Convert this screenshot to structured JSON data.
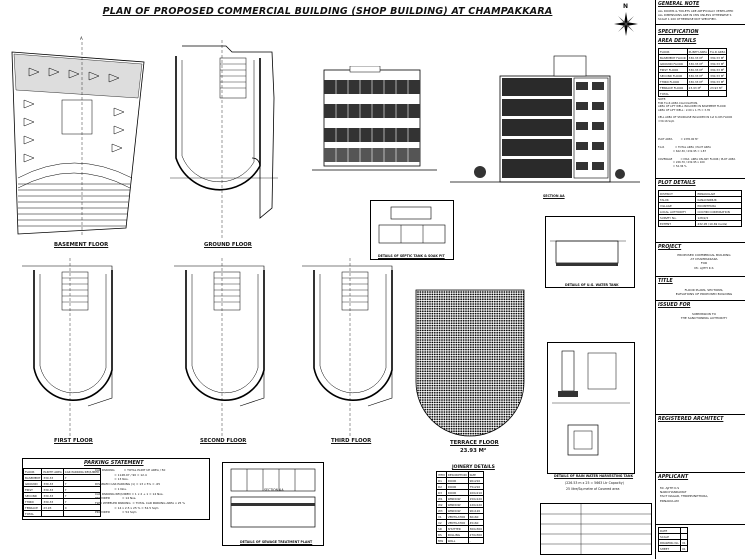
{
  "title": "PLAN OF PROPOSED COMMERCIAL BUILDING (SHOP BUILDING) AT CHAMPAKKARA",
  "drawing_labels": {
    "basement": "BASEMENT FLOOR",
    "ground": "GROUND FLOOR",
    "first": "FIRST FLOOR",
    "second": "SECOND FLOOR",
    "third": "THIRD FLOOR",
    "terrace": "TERRACE FLOOR",
    "terrace_area": "23.93 M²",
    "section_aa": "SECTION AA",
    "septic": "DETAILS OF SEPTIC TANK & SOAK PIT",
    "ug_tank": "DETAILS OF U.G. WATER TANK",
    "rainwater": "DETAILS OF RAIN WATER HARVESTING TANK",
    "rainwater_sub1": "(226.53 m x 25 = 5663 Ltr Capacity)",
    "rainwater_sub2": "25 litre/Sq.metre of Covered area",
    "sewage": "DETAILS OF SEWAGE TREATMENT PLANT",
    "section_small": "SECTION AA",
    "parking_title": "PARKING STATEMENT",
    "joinery_title": "JOINERY DETAILS",
    "compass": "N",
    "axis_a": "A"
  },
  "sidebar": {
    "general_note": "GENERAL NOTE",
    "note_text": "ALL ROOMS & TOILETS ARE ARTIFICIALLY VENTILATED\nALL DIMENSIONS ARE IN CMS UNLESS OTHERWISE S\nSCALE 1:100 OTHERWISE NOT SPECIFIED.",
    "specification": "SPECIFICATION",
    "area_details": "AREA DETAILS",
    "area_head": [
      "FLOOR",
      "PLINTH AREA",
      "F.A.R AREA"
    ],
    "area_rows": [
      [
        "BASEMENT FLOOR",
        "330.33 M²",
        "330.33 M²"
      ],
      [
        "GROUND FLOOR",
        "330.33 M²",
        "330.33 M²"
      ],
      [
        "FIRST FLOOR",
        "330.33 M²",
        "330.33 M²"
      ],
      [
        "SECOND FLOOR",
        "330.33 M²",
        "330.33 M²"
      ],
      [
        "THIRD FLOOR",
        "330.33 M²",
        "330.33 M²"
      ],
      [
        "TERRACE FLOOR",
        "23.93 M²",
        "23.93 M²"
      ],
      [
        "TOTAL",
        "",
        ""
      ]
    ],
    "notes_text": "NOTE:\nFOR F.A.R AREA CALCULATION,\nAREA OF LIFT WELL INCLUDED IN BASEMENT FLOOR\nAREA OF LIFT WELL : 2.00 x 1.75 = 3.35\n\nCELL AREA OF STAIRCASE INCLUDED IN 1st to 6th FLOOR\n=30.16 Sqm",
    "plot_text": "PLOT AREA          = 1335.00 M²\n\nF.A.R             = TOTAL AREA / PLOT AREA\n                  = 622.30 / 432.95 = 1.87\n\nCOVERAGE          = MAX. AREA ON ANY FLOOR / PLOT AREA\n                  = 226.70 / 432.95 x 100\n                  = 52.36 %",
    "plot_details": "PLOT DETAILS",
    "plot_rows": [
      [
        "DISTRICT",
        "ERNAKULAM"
      ],
      [
        "TALUK",
        "KANAYANNUR"
      ],
      [
        "VILLAGE",
        "POONITHURA"
      ],
      [
        "LOCAL AUTHORITY",
        "COCHIN CORPORATION"
      ],
      [
        "SURVEY  No.",
        "128/2/2"
      ],
      [
        "EXTENT",
        "432.95 (10.69 Cents)"
      ]
    ],
    "project": "PROJECT",
    "project_text": "PROPOSED COMMERCIAL BUILDING\nAT CHAMPAKKARA\nFOR\nMr. AJITH K.S",
    "title_head": "TITLE",
    "title_text": "FLOOR PLANS, SECTIONS,\nELEVATIONS OF PROPOSED BUILDING",
    "issued_for": "ISSUED FOR",
    "issued_text": "SUBMISSION TO\nTHE SANCTIONING AUTHORITY",
    "registered": "REGISTERED ARCHITECT",
    "applicant": "APPLICANT",
    "applicant_text": "Mr. AJITH K.S\nNARICHANDAMAT\nFACT NAGAR, THRIPPUNITHURA,\nERNAKULAM",
    "date_label": "DATE",
    "scale_label": "SCALE",
    "drawing_no": "DRAWING No.",
    "drawing_no_val": "01",
    "sheet_label": "SHEET",
    "sheet_val": "01"
  },
  "parking": {
    "head": [
      "FLOOR",
      "PLINTH AREA",
      "CAR PARKING REQUIRED"
    ],
    "rows": [
      [
        "BASEMENT",
        "330.33",
        "7"
      ],
      [
        "GROUND",
        "330.33",
        "7"
      ],
      [
        "FIRST",
        "330.33",
        "7"
      ],
      [
        "SECOND",
        "330.33",
        "7"
      ],
      [
        "THIRD",
        "330.33",
        "7"
      ],
      [
        "TERRACE",
        "23.93",
        "0"
      ],
      [
        "TOTAL",
        "",
        ""
      ]
    ],
    "text": "CAR PARKING          = TOTAL PLINT UP AREA / 50\n                     = 1148.97 / 90 = 12.4\n                     = 13 Nos.\nDISABLED CAR PARKING (1) = 13 x 5% = .65\n                     = 1 Nos.\nCAR PARKING REQUIRED = 1 x 2 + 1 = 14 Nos.\nPROVIDED             = 14 Nos.\nTWO WHEELER PARKING  = TOTAL CAR PARKING AREA x 25 %\n                     = 14 x 2.5 x 25 % = 52.5 Sqm\nPROVIDED             = 54 Sqm"
  },
  "joinery": {
    "head": [
      "ITEM",
      "DESCRIPTION",
      "SIZE"
    ],
    "rows": [
      [
        "D1",
        "DOOR",
        "90x210"
      ],
      [
        "D2",
        "DOOR",
        "75x210"
      ],
      [
        "D3",
        "DOOR",
        "100x210"
      ],
      [
        "W1",
        "WINDOW",
        "150x120"
      ],
      [
        "W2",
        "WINDOW",
        "120x120"
      ],
      [
        "W3",
        "WINDOW",
        "90x120"
      ],
      [
        "V1",
        "VENTILATOR",
        "60x60"
      ],
      [
        "V2",
        "VENTILATOR",
        "45x60"
      ],
      [
        "SD",
        "SHUTTER",
        "300x300"
      ],
      [
        "RS",
        "ROLLING",
        "270x300"
      ],
      [
        "MW",
        "WALL",
        "-"
      ]
    ]
  }
}
